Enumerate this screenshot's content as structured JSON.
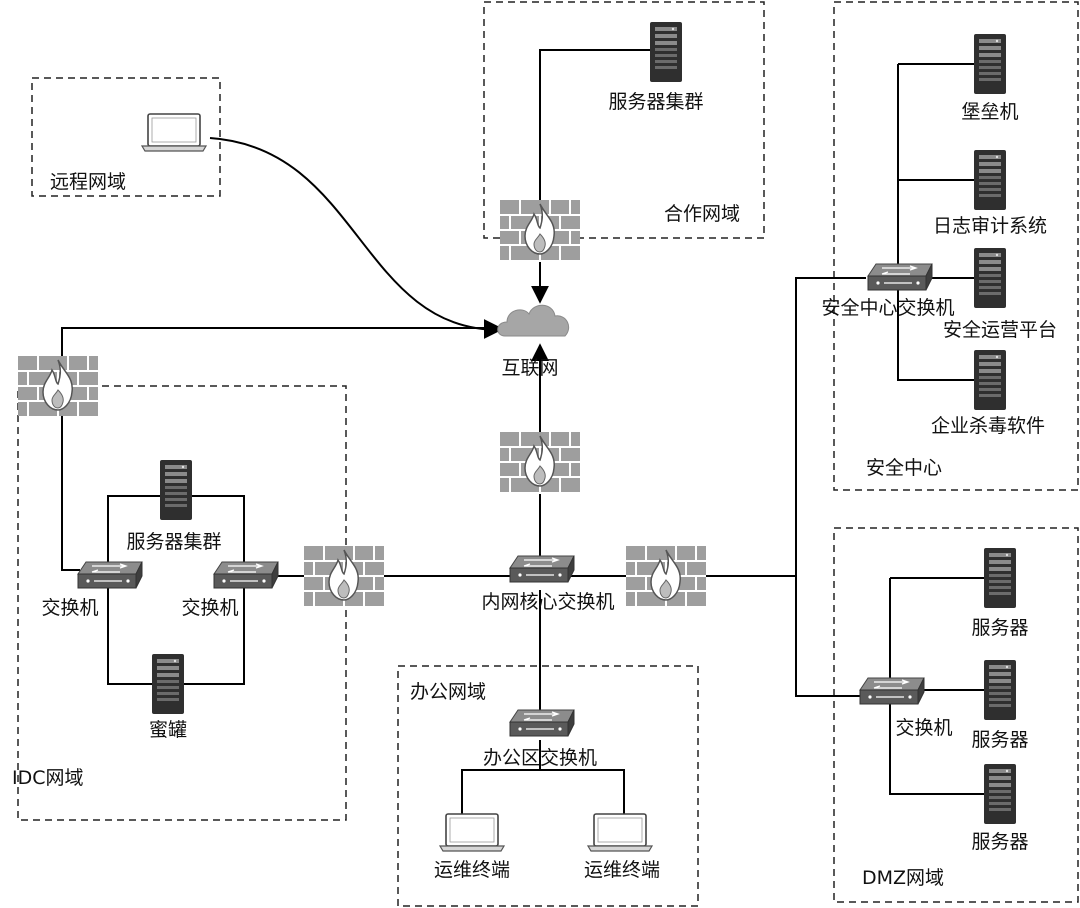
{
  "zones": {
    "remote": "远程网域",
    "partner": "合作网域",
    "security": "安全中心",
    "idc": "IDC网域",
    "office": "办公网域",
    "dmz": "DMZ网域"
  },
  "nodes": {
    "internet": "互联网",
    "core_switch": "内网核心交换机",
    "partner_servers": "服务器集群",
    "bastion": "堡垒机",
    "log_audit": "日志审计系统",
    "sec_switch": "安全中心交换机",
    "sec_ops": "安全运营平台",
    "antivirus": "企业杀毒软件",
    "idc_servers": "服务器集群",
    "idc_switch_left": "交换机",
    "idc_switch_right": "交换机",
    "honeypot": "蜜罐",
    "office_switch": "办公区交换机",
    "ops_terminal_1": "运维终端",
    "ops_terminal_2": "运维终端",
    "dmz_switch": "交换机",
    "dmz_server_1": "服务器",
    "dmz_server_2": "服务器",
    "dmz_server_3": "服务器"
  },
  "colors": {
    "firewall_brick": "#9e9e9e",
    "firewall_flame": "#ffffff",
    "server_body": "#2f2f2f",
    "switch_body": "#5a5a5a",
    "cloud": "#a6a6a6"
  }
}
